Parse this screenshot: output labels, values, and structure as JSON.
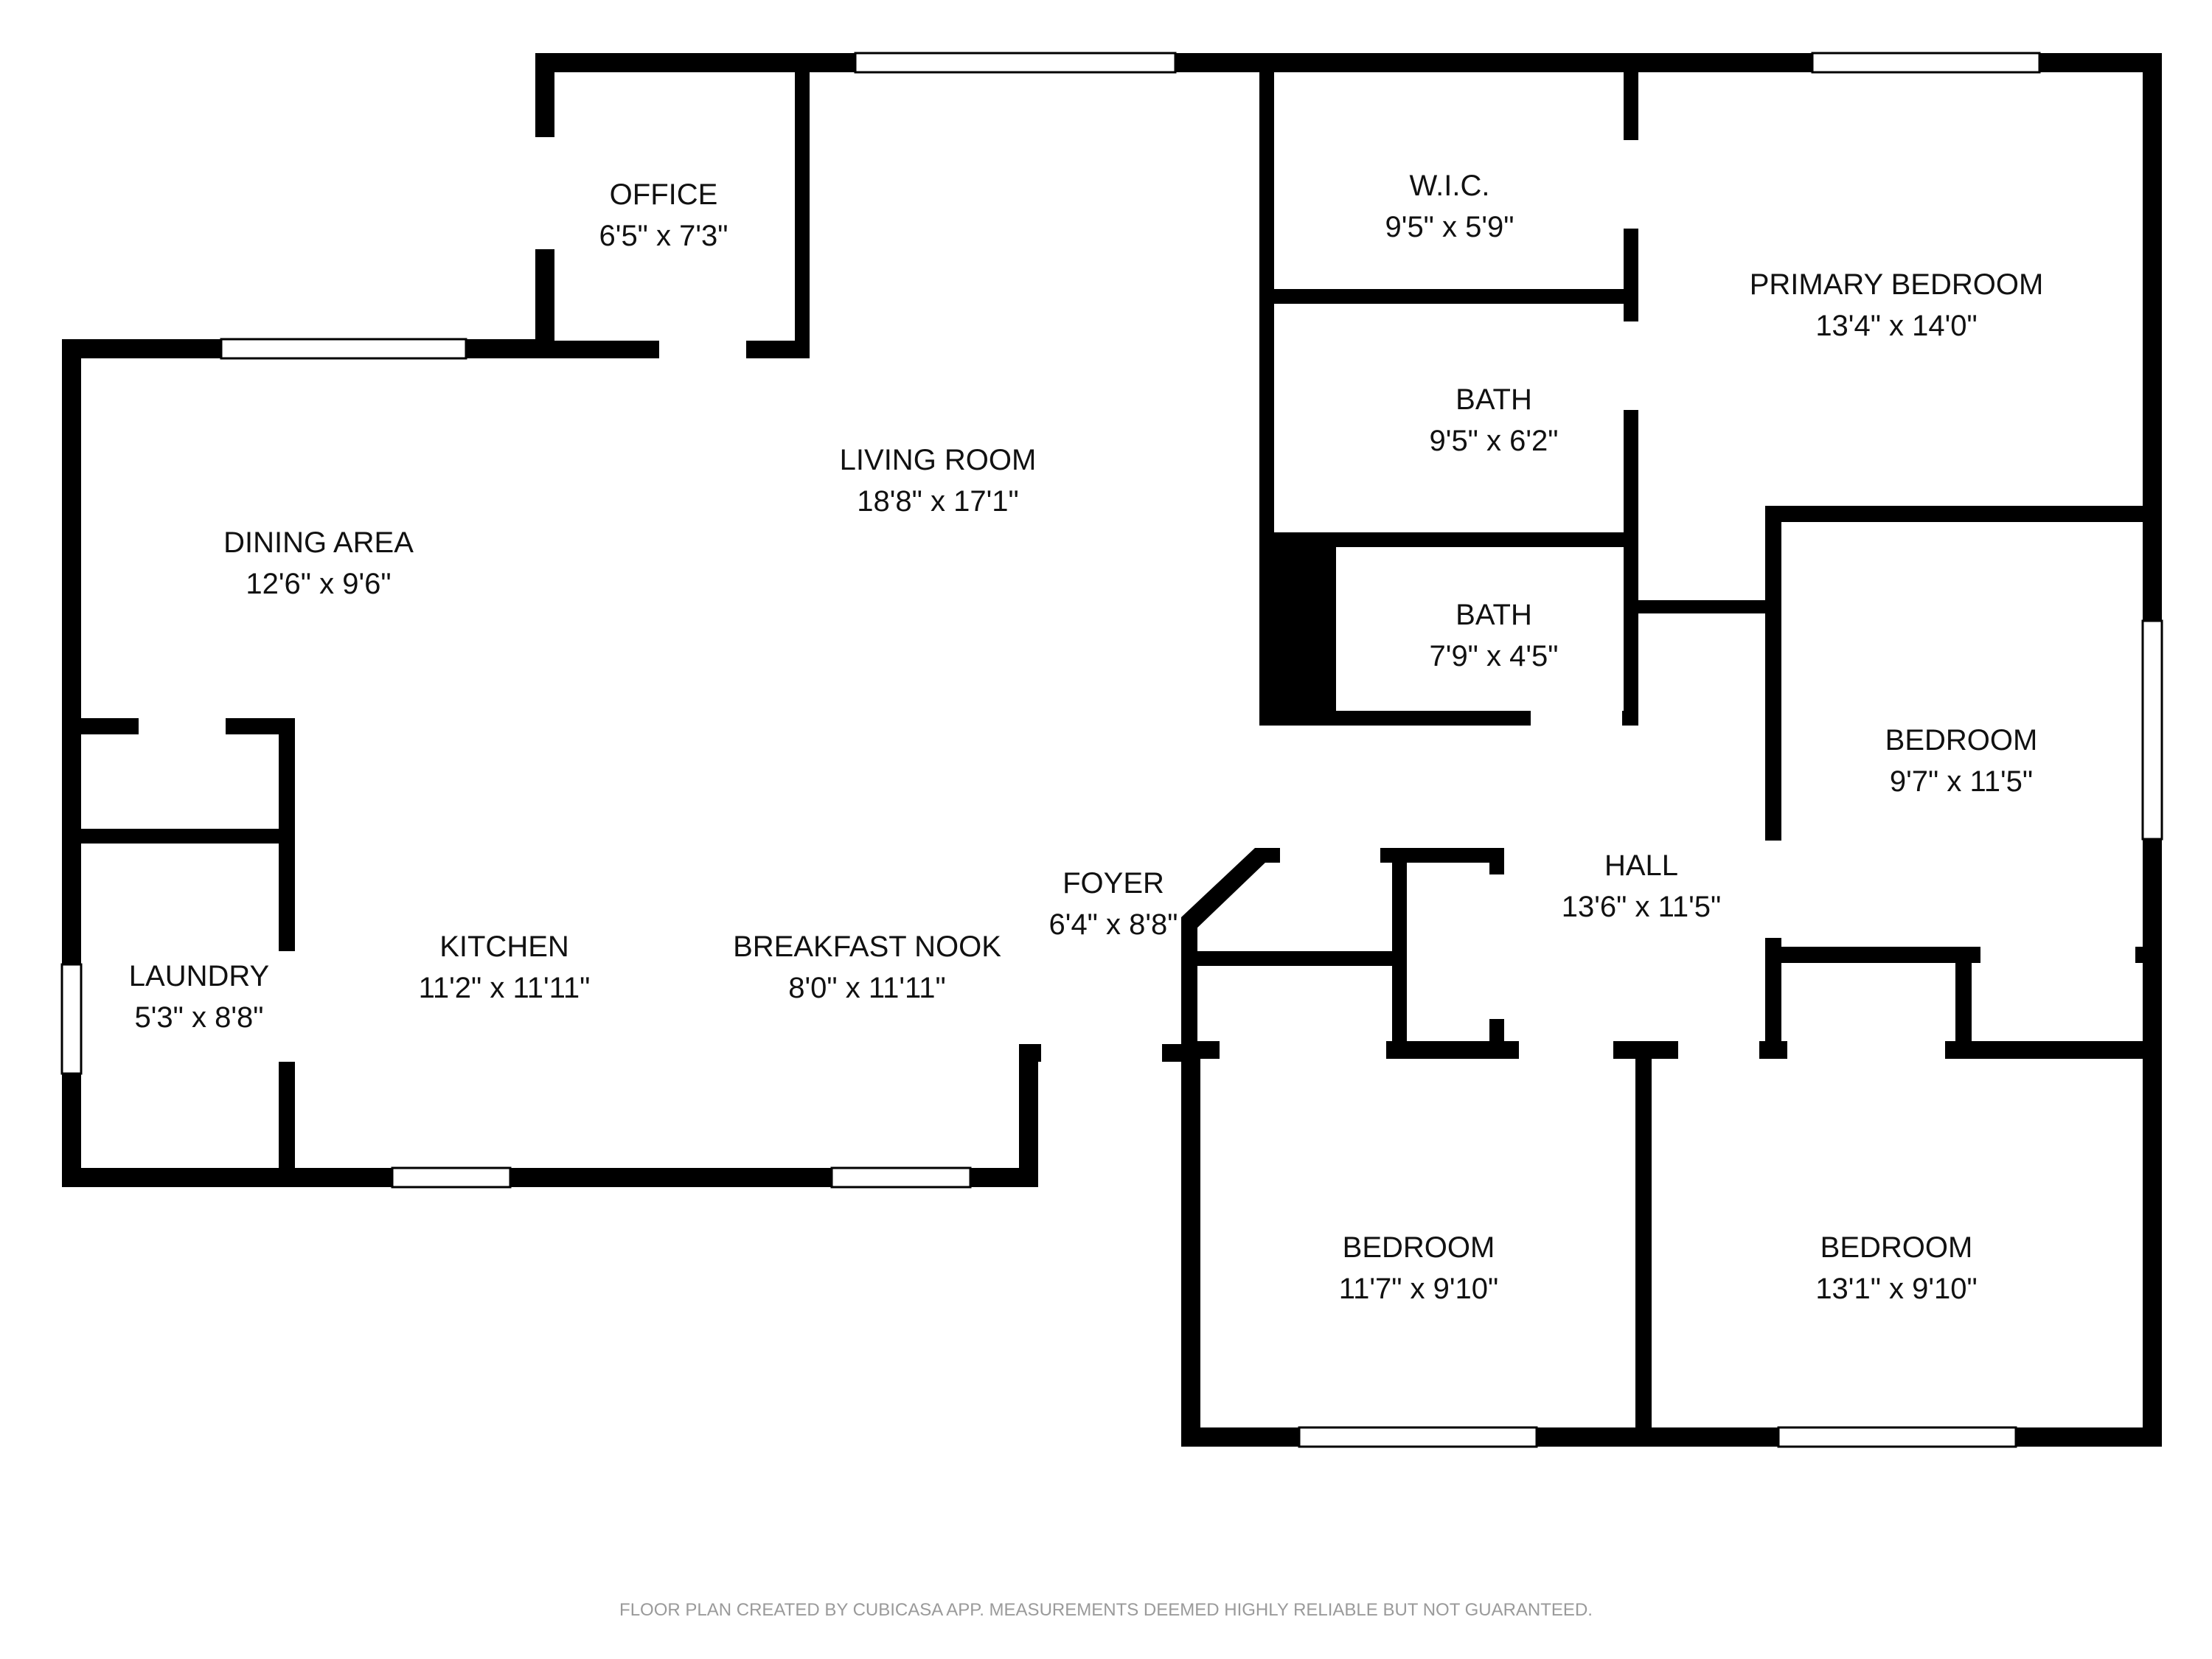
{
  "rooms": {
    "office": {
      "name": "OFFICE",
      "dims": "6'5\" x 7'3\""
    },
    "wic": {
      "name": "W.I.C.",
      "dims": "9'5\" x 5'9\""
    },
    "primary_bedroom": {
      "name": "PRIMARY BEDROOM",
      "dims": "13'4\" x 14'0\""
    },
    "bath_1": {
      "name": "BATH",
      "dims": "9'5\" x 6'2\""
    },
    "living_room": {
      "name": "LIVING ROOM",
      "dims": "18'8\" x 17'1\""
    },
    "dining_area": {
      "name": "DINING AREA",
      "dims": "12'6\" x 9'6\""
    },
    "bath_2": {
      "name": "BATH",
      "dims": "7'9\" x 4'5\""
    },
    "bedroom_east": {
      "name": "BEDROOM",
      "dims": "9'7\" x 11'5\""
    },
    "foyer": {
      "name": "FOYER",
      "dims": "6'4\" x 8'8\""
    },
    "hall": {
      "name": "HALL",
      "dims": "13'6\" x 11'5\""
    },
    "kitchen": {
      "name": "KITCHEN",
      "dims": "11'2\" x 11'11\""
    },
    "breakfast_nook": {
      "name": "BREAKFAST NOOK",
      "dims": "8'0\" x 11'11\""
    },
    "laundry": {
      "name": "LAUNDRY",
      "dims": "5'3\" x 8'8\""
    },
    "bedroom_south_left": {
      "name": "BEDROOM",
      "dims": "11'7\" x 9'10\""
    },
    "bedroom_south_right": {
      "name": "BEDROOM",
      "dims": "13'1\" x 9'10\""
    }
  },
  "footer": "FLOOR PLAN CREATED BY CUBICASA APP. MEASUREMENTS DEEMED HIGHLY RELIABLE BUT NOT GUARANTEED.",
  "colors": {
    "wall": "#000000",
    "text": "#111111",
    "footer": "#9a9a9a"
  }
}
